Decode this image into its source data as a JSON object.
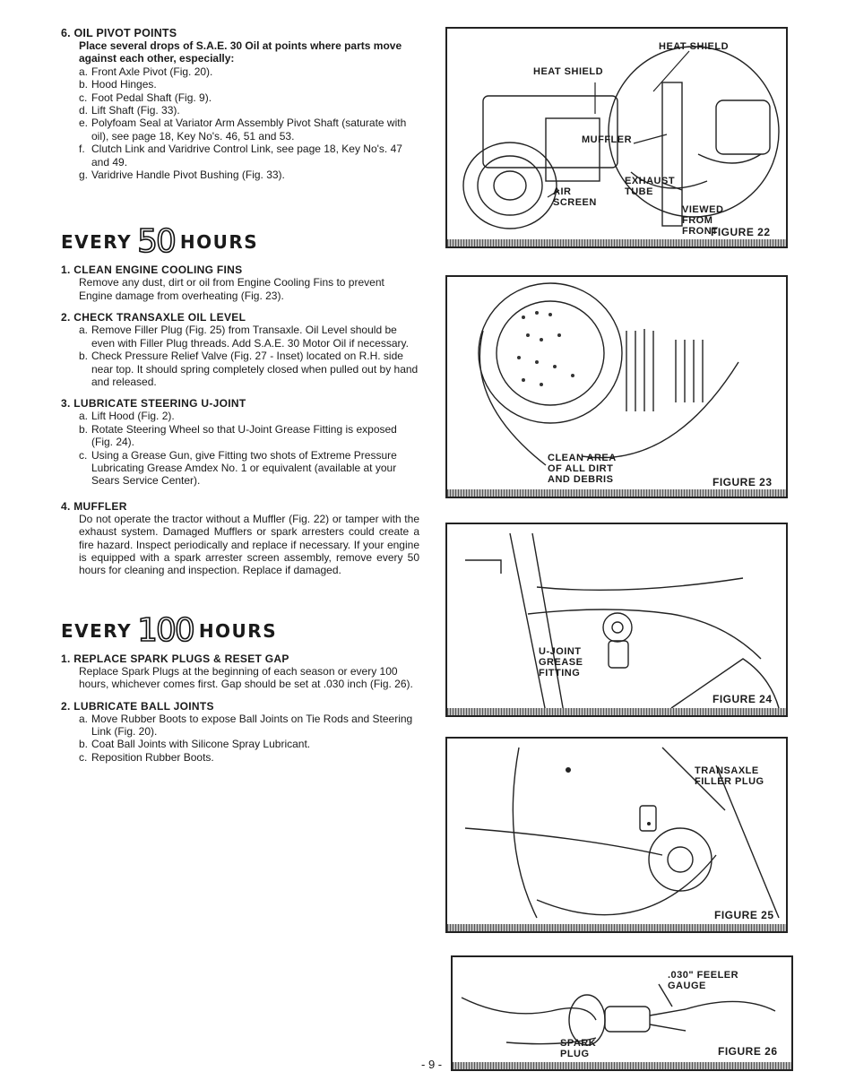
{
  "left": {
    "oil_pivot": {
      "title": "6. OIL PIVOT POINTS",
      "intro": "Place several drops of S.A.E. 30 Oil at points where parts move against each other, especially:",
      "items": [
        {
          "l": "a.",
          "t": "Front Axle Pivot (Fig. 20)."
        },
        {
          "l": "b.",
          "t": "Hood Hinges."
        },
        {
          "l": "c.",
          "t": "Foot Pedal Shaft (Fig. 9)."
        },
        {
          "l": "d.",
          "t": "Lift Shaft (Fig. 33)."
        },
        {
          "l": "e.",
          "t": "Polyfoam Seal at Variator Arm Assembly Pivot Shaft (saturate with oil), see page 18, Key No's. 46, 51 and 53."
        },
        {
          "l": "f.",
          "t": "Clutch Link and Varidrive Control Link, see page 18, Key No's. 47 and 49."
        },
        {
          "l": "g.",
          "t": "Varidrive Handle Pivot Bushing (Fig. 33)."
        }
      ]
    },
    "every50": {
      "word1": "EVERY",
      "num": "50",
      "word2": "HOURS",
      "s1_title": "1. CLEAN ENGINE COOLING FINS",
      "s1_text": "Remove any dust, dirt or oil from Engine Cooling Fins to prevent Engine damage from overheating (Fig. 23).",
      "s2_title": "2. CHECK TRANSAXLE OIL LEVEL",
      "s2_items": [
        {
          "l": "a.",
          "t": "Remove Filler Plug (Fig. 25) from Transaxle. Oil Level should be even with Filler Plug threads. Add S.A.E. 30 Motor Oil if necessary."
        },
        {
          "l": "b.",
          "t": "Check Pressure Relief Valve (Fig. 27 - Inset) located on R.H. side near top. It should spring completely closed when pulled out by hand and released."
        }
      ],
      "s3_title": "3. LUBRICATE STEERING U-JOINT",
      "s3_items": [
        {
          "l": "a.",
          "t": "Lift Hood (Fig. 2)."
        },
        {
          "l": "b.",
          "t": "Rotate Steering Wheel so that U-Joint Grease Fitting is exposed (Fig. 24)."
        },
        {
          "l": "c.",
          "t": "Using a Grease Gun, give Fitting two shots of Extreme Pressure Lubricating Grease Amdex No. 1 or equivalent (available at your Sears Service Center)."
        }
      ],
      "s4_title": "4. MUFFLER",
      "s4_text": "Do not operate the tractor without a Muffler (Fig. 22) or tamper with the exhaust system. Damaged Mufflers or spark arresters could create a fire hazard. Inspect periodically and replace if necessary. If your engine is equipped with a spark arrester screen assembly, remove every 50 hours for cleaning and inspection. Replace if damaged."
    },
    "every100": {
      "word1": "EVERY",
      "num": "100",
      "word2": "HOURS",
      "s1_title": "1. REPLACE SPARK PLUGS & RESET GAP",
      "s1_text": "Replace Spark Plugs at the beginning of each season or every 100 hours, whichever comes first. Gap should be set at .030 inch (Fig. 26).",
      "s2_title": "2. LUBRICATE BALL JOINTS",
      "s2_items": [
        {
          "l": "a.",
          "t": "Move Rubber Boots to expose Ball Joints on Tie Rods and Steering Link (Fig. 20)."
        },
        {
          "l": "b.",
          "t": "Coat Ball Joints with Silicone Spray Lubricant."
        },
        {
          "l": "c.",
          "t": "Reposition Rubber Boots."
        }
      ]
    }
  },
  "figures": {
    "f22": {
      "caption": "FIGURE 22",
      "heat_shield_1": "HEAT SHIELD",
      "heat_shield_2": "HEAT SHIELD",
      "muffler": "MUFFLER",
      "air_screen": "AIR\nSCREEN",
      "exhaust_tube": "EXHAUST\nTUBE",
      "viewed": "VIEWED\nFROM\nFRONT"
    },
    "f23": {
      "caption": "FIGURE 23",
      "clean": "CLEAN AREA\nOF ALL DIRT\nAND DEBRIS"
    },
    "f24": {
      "caption": "FIGURE 24",
      "ujoint": "U-JOINT\nGREASE\nFITTING"
    },
    "f25": {
      "caption": "FIGURE 25",
      "filler": "TRANSAXLE\nFILLER PLUG"
    },
    "f26": {
      "caption": "FIGURE 26",
      "feeler": ".030\" FEELER\nGAUGE",
      "spark": "SPARK\nPLUG"
    }
  },
  "page_number": "- 9 -"
}
